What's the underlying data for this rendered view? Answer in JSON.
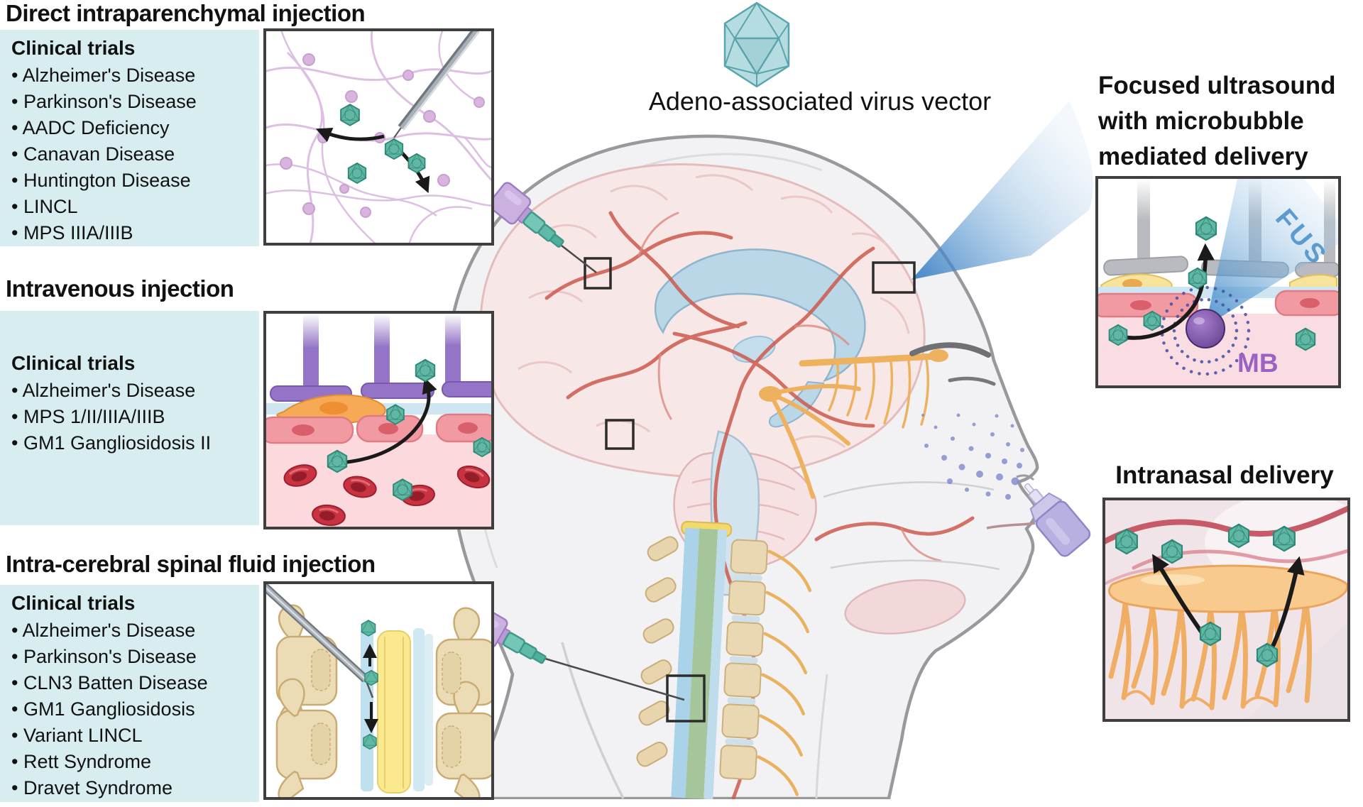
{
  "virus_vector": {
    "label": "Adeno-associated virus vector"
  },
  "sections": {
    "intraparenchymal": {
      "title": "Direct intraparenchymal injection",
      "list_header": "Clinical trials",
      "trials": [
        "Alzheimer's Disease",
        "Parkinson's Disease",
        "AADC Deficiency",
        "Canavan Disease",
        "Huntington Disease",
        "LINCL",
        "MPS IIIA/IIIB"
      ]
    },
    "intravenous": {
      "title": "Intravenous injection",
      "list_header": "Clinical trials",
      "trials": [
        "Alzheimer's Disease",
        "MPS 1/II/IIIA/IIIB",
        "GM1 Gangliosidosis II"
      ]
    },
    "csf": {
      "title": "Intra-cerebral spinal fluid injection",
      "list_header": "Clinical trials",
      "trials": [
        "Alzheimer's Disease",
        "Parkinson's Disease",
        "CLN3 Batten Disease",
        "GM1 Gangliosidosis",
        "Variant LINCL",
        "Rett Syndrome",
        "Dravet Syndrome"
      ]
    },
    "fus": {
      "title_lines": [
        "Focused ultrasound",
        "with microbubble",
        "mediated delivery"
      ],
      "beam_label": "FUS",
      "microbubble_label": "MB"
    },
    "intranasal": {
      "title": "Intranasal delivery"
    }
  },
  "colors": {
    "info_box": "#d7edf0",
    "virus_fill": "#5fb7a4",
    "virus_stroke": "#2e8a78",
    "panel_border": "#3f3f3f",
    "fus_beam": "#2f7fc4",
    "microbubble": "#6b4694",
    "astrocyte_purple": "#9474c6"
  }
}
